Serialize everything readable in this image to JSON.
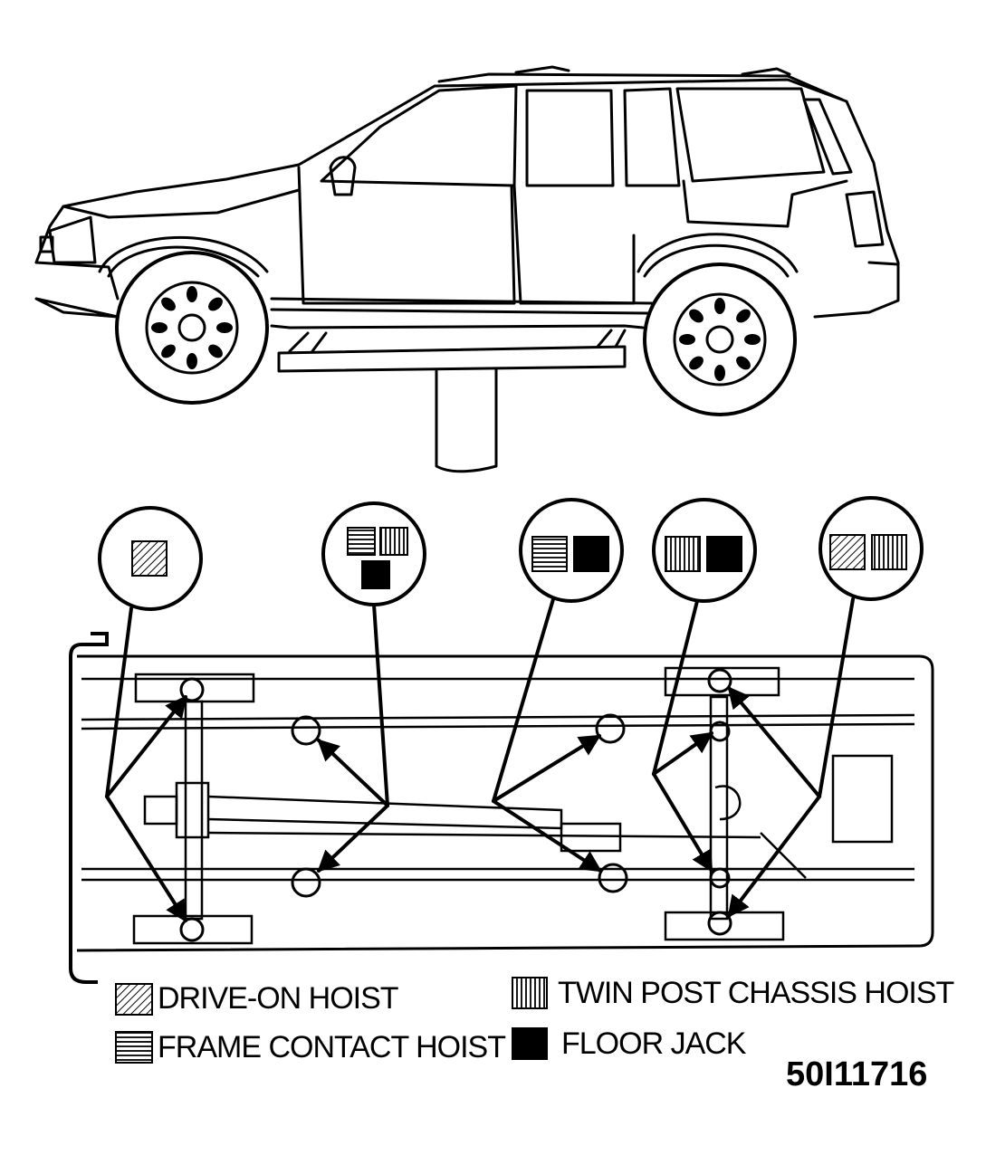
{
  "legend": {
    "drive_on": "DRIVE-ON HOIST",
    "frame_contact": "FRAME CONTACT HOIST",
    "twin_post": "TWIN POST CHASSIS HOIST",
    "floor_jack": "FLOOR JACK"
  },
  "figure_id": "50I11716",
  "callouts": [
    {
      "id": "front-wheel-lift",
      "methods": [
        "drive_on"
      ]
    },
    {
      "id": "front-frame-lift",
      "methods": [
        "frame_contact",
        "twin_post",
        "floor_jack"
      ]
    },
    {
      "id": "rear-frame-lift",
      "methods": [
        "frame_contact",
        "floor_jack"
      ]
    },
    {
      "id": "rear-axle-lift",
      "methods": [
        "twin_post",
        "floor_jack"
      ]
    },
    {
      "id": "rear-wheel-lift",
      "methods": [
        "drive_on",
        "twin_post"
      ]
    }
  ],
  "colors": {
    "ink": "#000000",
    "paper": "#ffffff"
  }
}
